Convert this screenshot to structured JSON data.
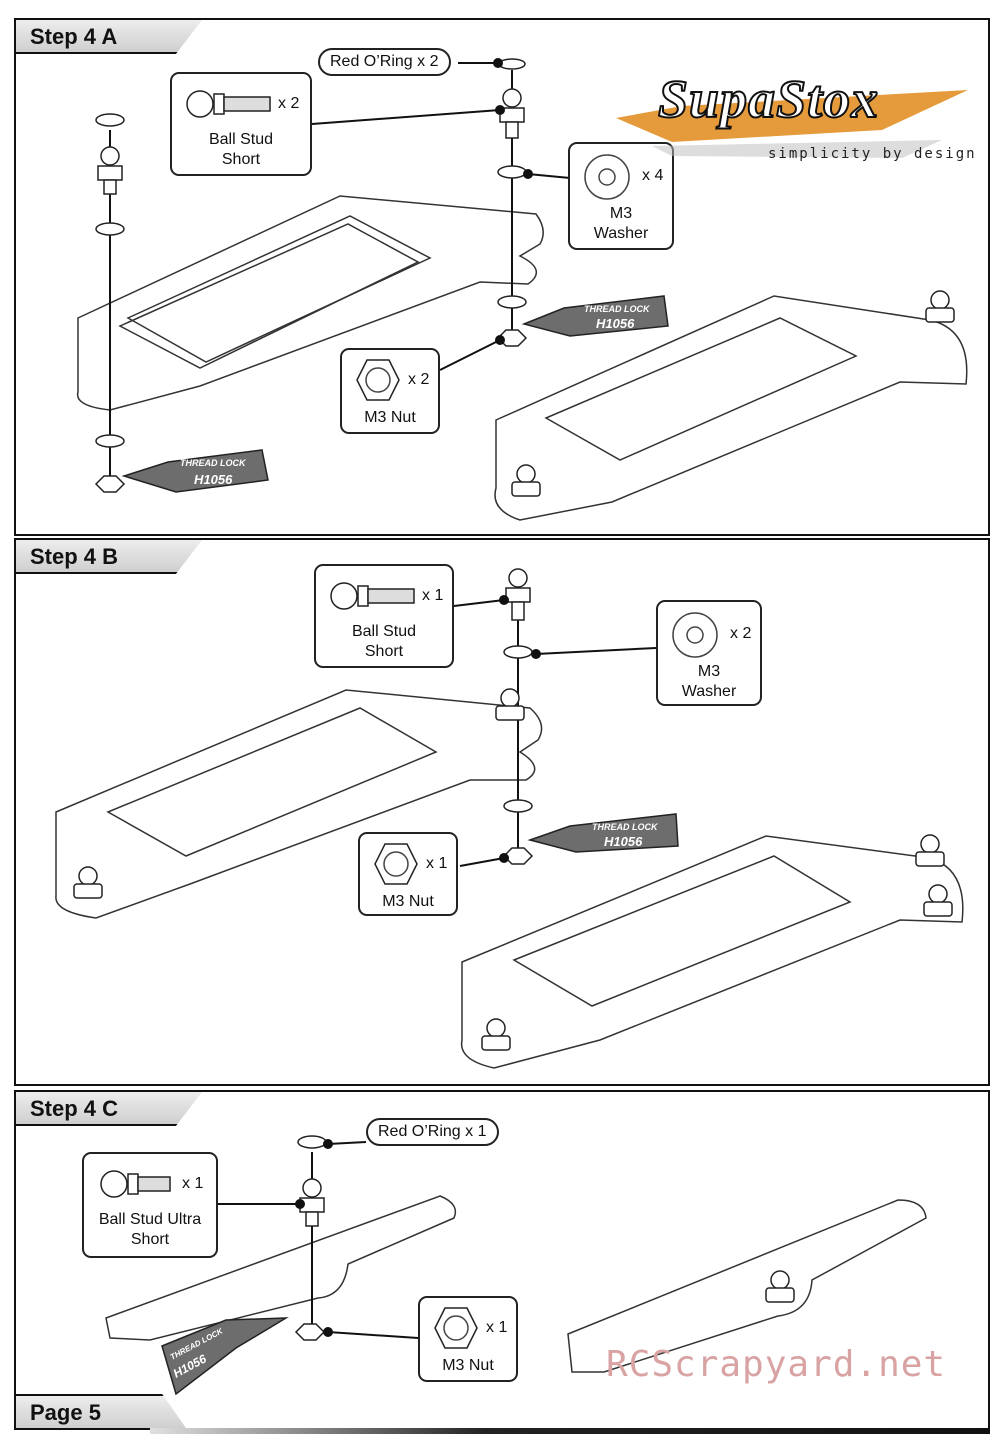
{
  "step_a": {
    "title": "Step 4 A",
    "red_oring": "Red O’Ring x 2",
    "ball_stud": {
      "qty": "x 2",
      "label_line1": "Ball Stud",
      "label_line2": "Short"
    },
    "washer": {
      "qty": "x 4",
      "label_line1": "M3",
      "label_line2": "Washer"
    },
    "nut": {
      "qty": "x 2",
      "label": "M3 Nut"
    },
    "threadlock_top": "THREAD LOCK",
    "threadlock_code": "H1056"
  },
  "logo": {
    "brand": "SupaStox",
    "tagline": "simplicity by design"
  },
  "step_b": {
    "title": "Step 4 B",
    "ball_stud": {
      "qty": "x 1",
      "label_line1": "Ball Stud",
      "label_line2": "Short"
    },
    "washer": {
      "qty": "x 2",
      "label_line1": "M3",
      "label_line2": "Washer"
    },
    "nut": {
      "qty": "x 1",
      "label": "M3 Nut"
    },
    "threadlock_top": "THREAD LOCK",
    "threadlock_code": "H1056"
  },
  "step_c": {
    "title": "Step 4 C",
    "red_oring": "Red O’Ring x 1",
    "ball_stud": {
      "qty": "x 1",
      "label_line1": "Ball Stud Ultra",
      "label_line2": "Short"
    },
    "nut": {
      "qty": "x 1",
      "label": "M3 Nut"
    },
    "threadlock_top": "THREAD LOCK",
    "threadlock_code": "H1056"
  },
  "footer": {
    "page": "Page 5",
    "watermark": "RCScrapyard.net"
  },
  "colors": {
    "accent_orange": "#e08a1a",
    "tube": "#6d6d6d",
    "border": "#111111"
  }
}
